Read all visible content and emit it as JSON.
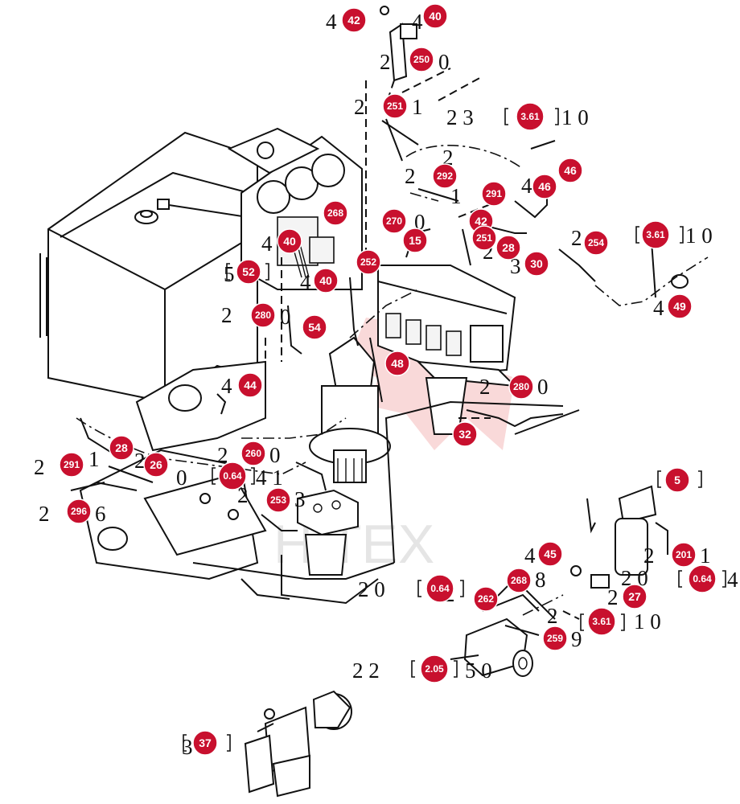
{
  "watermark": "HITEX",
  "badges": [
    {
      "label": "42"
    },
    {
      "label": "40"
    },
    {
      "label": "250"
    },
    {
      "label": "251"
    },
    {
      "label": "3.61"
    },
    {
      "label": "46"
    },
    {
      "label": "46"
    },
    {
      "label": "292"
    },
    {
      "label": "291"
    },
    {
      "label": "268"
    },
    {
      "label": "270"
    },
    {
      "label": "42"
    },
    {
      "label": "15"
    },
    {
      "label": "251"
    },
    {
      "label": "28"
    },
    {
      "label": "254"
    },
    {
      "label": "3.61"
    },
    {
      "label": "40"
    },
    {
      "label": "252"
    },
    {
      "label": "30"
    },
    {
      "label": "52"
    },
    {
      "label": "40"
    },
    {
      "label": "49"
    },
    {
      "label": "280"
    },
    {
      "label": "54"
    },
    {
      "label": "48"
    },
    {
      "label": "44"
    },
    {
      "label": "280"
    },
    {
      "label": "32"
    },
    {
      "label": "28"
    },
    {
      "label": "260"
    },
    {
      "label": "291"
    },
    {
      "label": "26"
    },
    {
      "label": "0.64"
    },
    {
      "label": "296"
    },
    {
      "label": "253"
    },
    {
      "label": "5"
    },
    {
      "label": "45"
    },
    {
      "label": "201"
    },
    {
      "label": "0.64"
    },
    {
      "label": "268"
    },
    {
      "label": "0.64"
    },
    {
      "label": "262"
    },
    {
      "label": "27"
    },
    {
      "label": "3.61"
    },
    {
      "label": "259"
    },
    {
      "label": "2.05"
    },
    {
      "label": "37"
    }
  ],
  "fragments": [
    {
      "text": "4"
    },
    {
      "text": "4"
    },
    {
      "text": "2"
    },
    {
      "text": "0"
    },
    {
      "text": "2"
    },
    {
      "text": "1"
    },
    {
      "text": "2 3"
    },
    {
      "text": "1 0"
    },
    {
      "text": "2"
    },
    {
      "text": "2"
    },
    {
      "text": "4"
    },
    {
      "text": "0"
    },
    {
      "text": "1"
    },
    {
      "text": "1"
    },
    {
      "text": "4"
    },
    {
      "text": "2"
    },
    {
      "text": "2 4"
    },
    {
      "text": "1 0"
    },
    {
      "text": "5"
    },
    {
      "text": "4"
    },
    {
      "text": "3"
    },
    {
      "text": "4"
    },
    {
      "text": "2"
    },
    {
      "text": "0"
    },
    {
      "text": "4"
    },
    {
      "text": "2"
    },
    {
      "text": "0"
    },
    {
      "text": "2"
    },
    {
      "text": "1"
    },
    {
      "text": "2"
    },
    {
      "text": "2"
    },
    {
      "text": "0"
    },
    {
      "text": "0"
    },
    {
      "text": "4 1"
    },
    {
      "text": "2"
    },
    {
      "text": "6"
    },
    {
      "text": "2"
    },
    {
      "text": "3"
    },
    {
      "text": "4"
    },
    {
      "text": "2"
    },
    {
      "text": "1"
    },
    {
      "text": "4"
    },
    {
      "text": "2 0"
    },
    {
      "text": "2"
    },
    {
      "text": "2 0"
    },
    {
      "text": "8"
    },
    {
      "text": "2"
    },
    {
      "text": "1 0"
    },
    {
      "text": "2"
    },
    {
      "text": "9"
    },
    {
      "text": "2 2"
    },
    {
      "text": "5 0"
    },
    {
      "text": "3"
    }
  ]
}
